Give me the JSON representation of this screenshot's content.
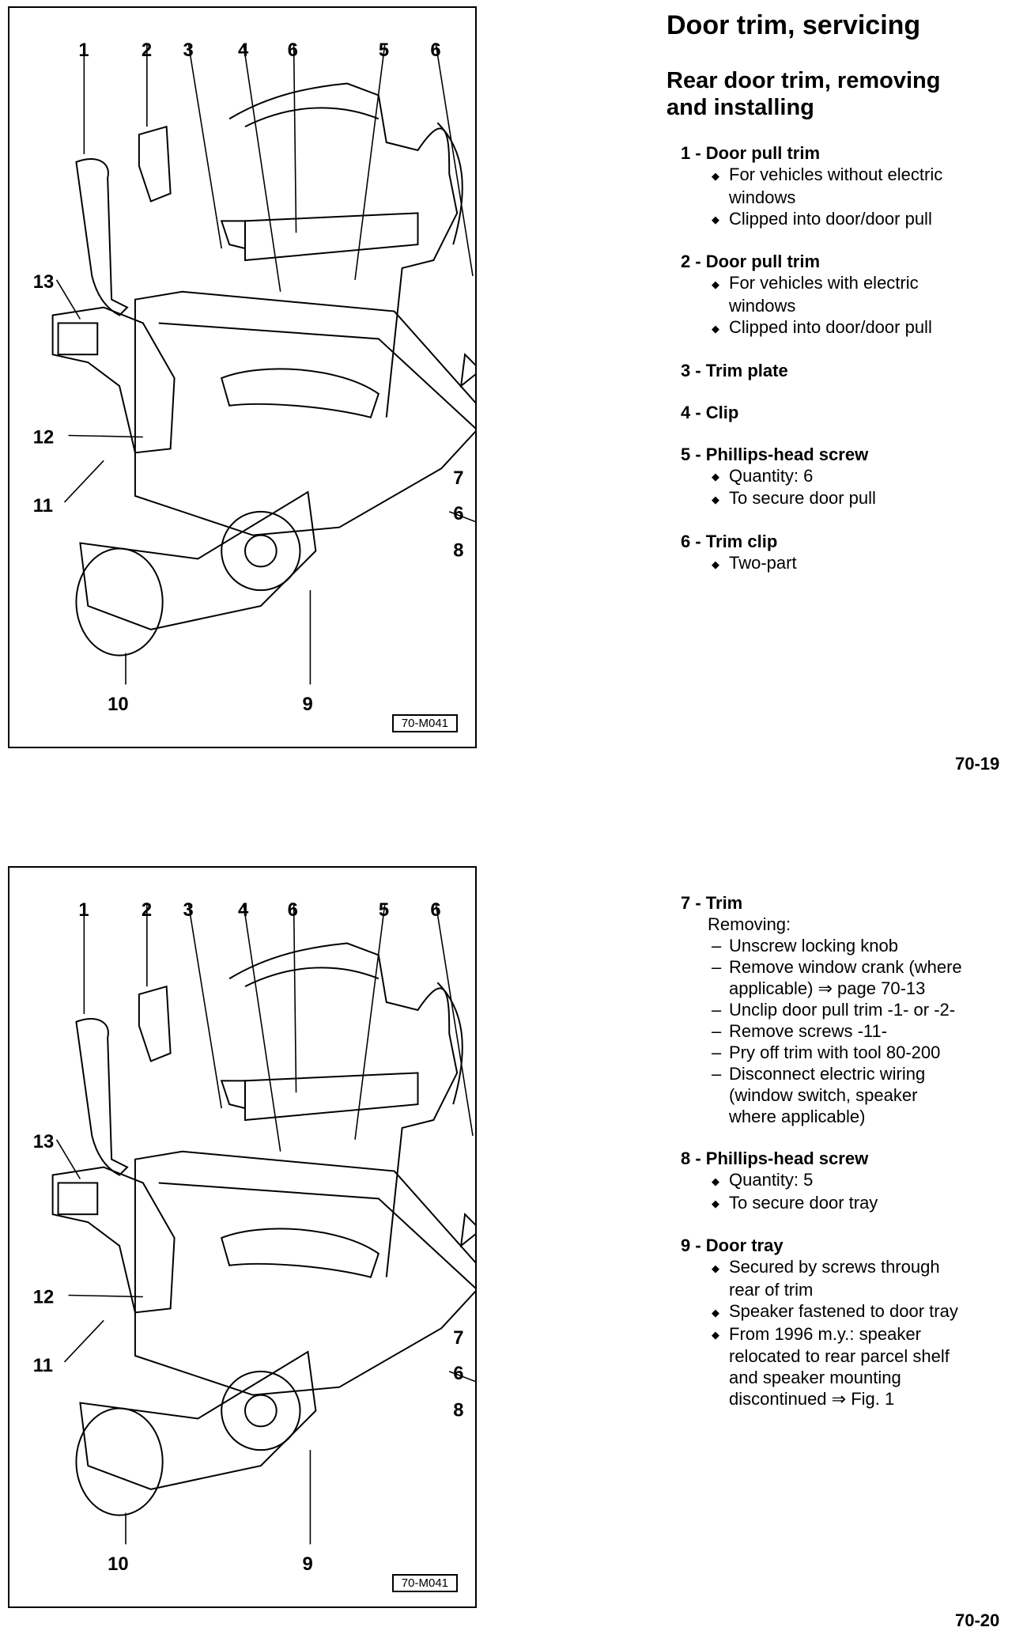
{
  "page1": {
    "title": "Door trim, servicing",
    "subtitle_line1": "Rear door trim, removing",
    "subtitle_line2": "and installing",
    "figure_code": "70-M041",
    "items": [
      {
        "head": "1 - Door pull trim",
        "bullets": [
          "For vehicles without electric",
          "windows",
          "Clipped into door/door pull"
        ]
      },
      {
        "head": "2 - Door pull trim",
        "bullets": [
          "For vehicles with electric",
          "windows",
          "Clipped into door/door pull"
        ]
      },
      {
        "head": "3 - Trim plate",
        "bullets": []
      },
      {
        "head": "4 - Clip",
        "bullets": []
      },
      {
        "head": "5 - Phillips-head screw",
        "bullets": [
          "Quantity:  6",
          "To secure door pull"
        ]
      },
      {
        "head": "6 - Trim clip",
        "bullets": [
          "Two-part"
        ]
      }
    ],
    "page_number": "70-19"
  },
  "page2": {
    "figure_code": "70-M041",
    "item7": {
      "head": "7 - Trim",
      "intro": "Removing:",
      "steps": [
        "Unscrew locking knob",
        "Remove window crank (where",
        "applicable) ⇒ page 70-13",
        "Unclip door pull trim -1- or -2-",
        "Remove screws -11-",
        "Pry off trim with tool 80-200",
        "Disconnect electric wiring",
        "(window switch, speaker",
        "where applicable)"
      ]
    },
    "items": [
      {
        "head": "8 - Phillips-head screw",
        "bullets": [
          "Quantity:  5",
          "To secure door tray"
        ]
      },
      {
        "head": "9 - Door tray",
        "bullets": [
          "Secured by screws through",
          "rear of trim",
          "Speaker fastened to door tray",
          "From 1996 m.y.:  speaker",
          "relocated to rear parcel shelf",
          "and speaker mounting",
          "discontinued ⇒ Fig. 1"
        ]
      }
    ],
    "page_number": "70-20"
  },
  "diagram_labels": {
    "top": [
      "1",
      "2",
      "3",
      "4",
      "6",
      "5",
      "6"
    ],
    "left": [
      "13",
      "12",
      "11"
    ],
    "right": [
      "7",
      "6",
      "8"
    ],
    "bottom": [
      "10",
      "9"
    ]
  }
}
